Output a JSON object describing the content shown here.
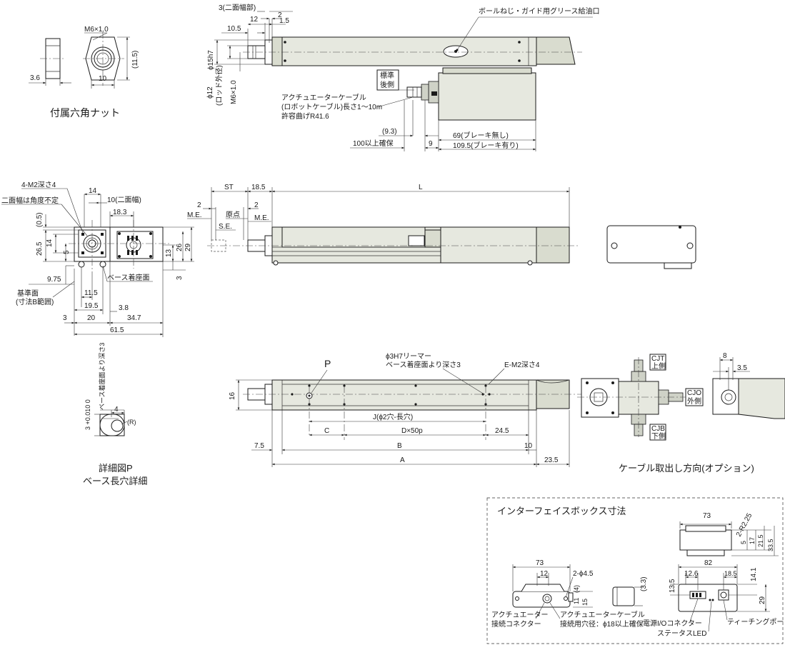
{
  "nut_detail": {
    "thread": "M6×1.0",
    "width": "10",
    "height": "(11.5)",
    "thickness": "3.6",
    "caption": "付属六角ナット"
  },
  "top_view": {
    "dim_flat_width": "3(二面幅部)",
    "dim_2": "2",
    "dim_1_5": "1.5",
    "dim_12": "12",
    "dim_10_5": "10.5",
    "dim_phi15": "ϕ15h7",
    "dim_phi12": "ϕ12",
    "dim_rod": "(ロッド外径)",
    "dim_m6": "M6×1.0",
    "grease_label": "ボールねじ・ガイド用グリース給油口",
    "rear_label_1": "標準",
    "rear_label_2": "後側",
    "cable_label_1": "アクチュエーターケーブル",
    "cable_label_2": "(ロボットケーブル)長さ1～10m",
    "cable_label_3": "許容曲げR41.6",
    "dim_9_3": "(9.3)",
    "dim_100": "100以上確保",
    "dim_9": "9",
    "dim_69": "69(ブレーキ無し)",
    "dim_109": "109.5(ブレーキ有り)"
  },
  "end_view": {
    "tapped": "4-M2深さ4",
    "dim_14": "14",
    "dim_10": "10(二面幅)",
    "flat_note": "二面幅は角度不定",
    "dim_0_5": "(0.5)",
    "dim_18_3": "18.3",
    "dim_26_5": "26.5",
    "dim_14b": "14",
    "dim_5": "5",
    "dim_13": "13",
    "dim_26": "26",
    "dim_29": "29",
    "dim_3": "3",
    "dim_9_75": "9.75",
    "base_seat": "ベース着座面",
    "ref_1": "基準面",
    "ref_2": "(寸法B範囲)",
    "dim_11_5": "11.5",
    "dim_19_5": "19.5",
    "dim_3_8": "3.8",
    "dim_3b": "3",
    "dim_20": "20",
    "dim_34_7": "34.7",
    "dim_61_5": "61.5"
  },
  "side_view": {
    "dim_st": "ST",
    "dim_18_5": "18.5",
    "dim_l": "L",
    "dim_2a": "2",
    "dim_2b": "2",
    "me_1": "M.E.",
    "me_2": "M.E.",
    "origin": "原点",
    "se": "S.E."
  },
  "bottom_view": {
    "p_label": "P",
    "reamer_1": "ϕ3H7リーマー",
    "reamer_2": "ベース着座面より深さ3",
    "tapped": "E-M2深さ4",
    "dim_16": "16",
    "dim_j": "J(ϕ2穴-長穴)",
    "dim_c": "C",
    "dim_d": "D×50p",
    "dim_24_5": "24.5",
    "dim_7_5": "7.5",
    "dim_b": "B",
    "dim_10": "10",
    "dim_a": "A",
    "dim_23_5": "23.5"
  },
  "detail_p": {
    "depth_1": "ベース着座面より深さ3",
    "tol": "3 +0.010 0",
    "dim_4": "4",
    "dim_r": "(R)",
    "caption_1": "詳細図P",
    "caption_2": "ベース長穴詳細"
  },
  "cable_option": {
    "cjt_1": "CJT",
    "cjt_2": "上側",
    "cjo_1": "CJO",
    "cjo_2": "外側",
    "cjb_1": "CJB",
    "cjb_2": "下側",
    "dim_8": "8",
    "dim_3_5": "3.5",
    "caption": "ケーブル取出し方向(オプション)"
  },
  "interface_box": {
    "title": "インターフェイスボックス寸法",
    "top_73": "73",
    "top_r": "2-R2.25",
    "top_5": "5",
    "top_17": "17",
    "top_21_5": "21.5",
    "top_33_5": "33.5",
    "l_73": "73",
    "l_12": "12",
    "l_holes": "2-ϕ4.5",
    "l_4": "(4)",
    "l_11": "11",
    "l_15": "15",
    "l_3_3": "(3.3)",
    "l_conn_1": "アクチュエーター",
    "l_conn_2": "接続コネクター",
    "l_cab_1": "アクチュエーターケーブル",
    "l_cab_2": "接続用穴径：ϕ18以上確保",
    "r_82": "82",
    "r_12_6": "12.6",
    "r_18_5": "18.5",
    "r_13_5": "13.5",
    "r_14_1": "14.1",
    "r_29": "29",
    "r_power": "電源I/Oコネクター",
    "r_teach": "ティーチングポート",
    "r_led": "ステータスLED"
  }
}
